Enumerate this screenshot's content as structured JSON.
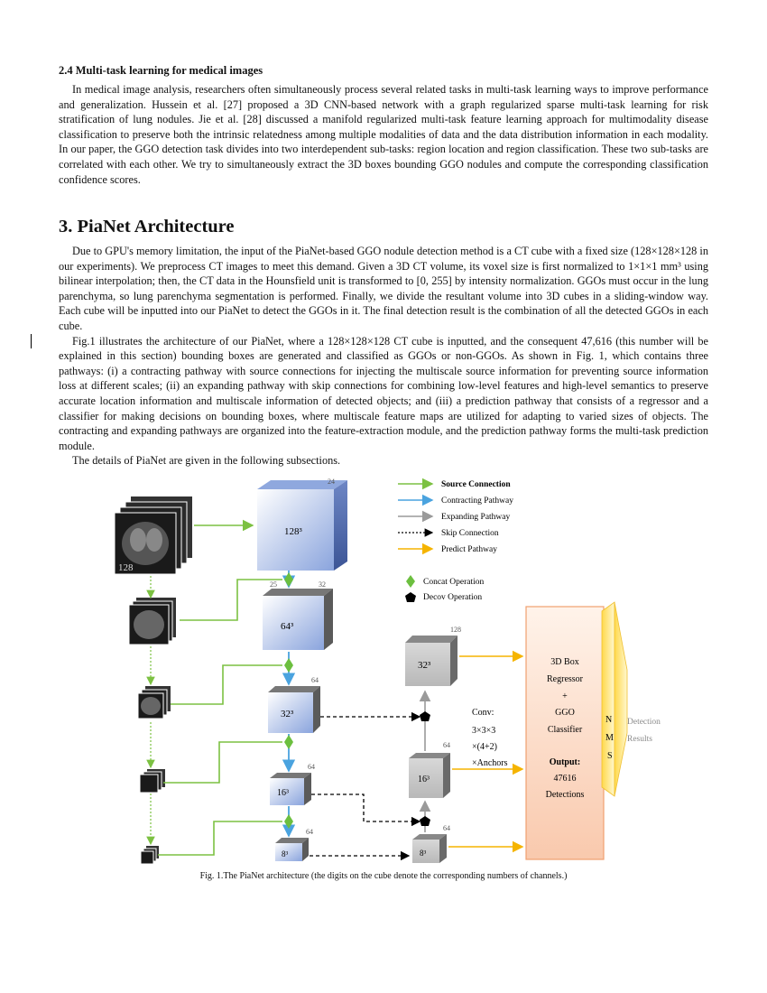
{
  "section_2_4": {
    "heading": "2.4  Multi-task learning for medical images",
    "paragraph": "In medical image analysis, researchers often simultaneously process several related tasks in multi-task learning ways to improve performance and generalization. Hussein et al. [27] proposed a 3D CNN-based network with a graph regularized sparse multi-task learning for risk stratification of lung nodules. Jie et al. [28] discussed a manifold regularized multi-task feature learning approach for multimodality disease classification to preserve both the intrinsic relatedness among multiple modalities of data and the data distribution information in each modality. In our paper, the GGO detection task divides into two interdependent sub-tasks: region location and region classification. These two sub-tasks are correlated with each other. We try to simultaneously extract the 3D boxes bounding GGO nodules and compute the corresponding classification confidence scores."
  },
  "section_3": {
    "heading": "3.  PiaNet Architecture",
    "paragraph1": "Due to GPU's memory limitation, the input of the PiaNet-based GGO nodule detection method is a CT cube with a fixed size (128×128×128 in our experiments). We preprocess CT images to meet this demand. Given a 3D CT volume, its voxel size is first normalized to 1×1×1 mm³ using bilinear interpolation; then, the CT data in the Hounsfield unit is transformed to [0, 255] by intensity normalization. GGOs must occur in the lung parenchyma, so lung parenchyma segmentation is performed. Finally, we divide the resultant volume into 3D cubes in a sliding-window way. Each cube will be inputted into our PiaNet to detect the GGOs in it. The final detection result is the combination of all the detected GGOs in each cube.",
    "paragraph2": "Fig.1 illustrates the architecture of our PiaNet, where a 128×128×128 CT cube is inputted, and the consequent 47,616 (this number will be explained in this section) bounding boxes are generated and classified as GGOs or non-GGOs. As shown in Fig. 1, which contains three pathways: (i) a contracting pathway with source connections for injecting the multiscale source information for preventing source information loss at different scales; (ii) an expanding pathway with skip connections for combining low-level features and high-level semantics to preserve accurate location information and multiscale information of detected objects; and (iii) a prediction pathway that consists of a regressor and a classifier for making decisions on bounding boxes, where multiscale feature maps are utilized for adapting to varied sizes of objects. The contracting and expanding pathways are organized into the feature-extraction module, and the prediction pathway forms the multi-task prediction module.",
    "paragraph3": "The details of PiaNet are given in the following subsections."
  },
  "figure": {
    "caption": "Fig. 1.The PiaNet architecture (the digits on the cube denote the corresponding numbers of channels.)",
    "input_label": "128",
    "legend": {
      "source": "Source Connection",
      "contracting": "Contracting Pathway",
      "expanding": "Expanding Pathway",
      "skip": "Skip Connection",
      "predict": "Predict Pathway",
      "concat": "Concat Operation",
      "decov": "Decov Operation"
    },
    "cubes": {
      "c128": "128³",
      "c128_ch": "24",
      "c64": "64³",
      "c64_ch_a": "25",
      "c64_ch_b": "32",
      "c32": "32³",
      "c32_ch": "64",
      "c16": "16³",
      "c16_ch": "64",
      "c8": "8³",
      "c8_ch": "64",
      "e32": "32³",
      "e32_ch": "128",
      "e16": "16³",
      "e16_ch": "64",
      "e8": "8³",
      "e8_ch": "64"
    },
    "conv": {
      "l1": "Conv:",
      "l2": "3×3×3",
      "l3": "×(4+2)",
      "l4": "×Anchors"
    },
    "box": {
      "l1": "3D Box",
      "l2": "Regressor",
      "l3": "+",
      "l4": "GGO",
      "l5": "Classifier",
      "l6": "Output:",
      "l7": "47616",
      "l8": "Detections"
    },
    "nms": {
      "n": "N",
      "m": "M",
      "s": "S"
    },
    "result": {
      "l1": "Detection",
      "l2": "Results"
    },
    "colors": {
      "source": "#7cc142",
      "contracting": "#4aa3df",
      "expanding": "#9a9a9a",
      "predict": "#f5b400",
      "concat": "#6cbf3f",
      "box_fill": "#fde2d2",
      "box_border": "#f0a070",
      "nms_fill": "#ffe27a"
    }
  }
}
